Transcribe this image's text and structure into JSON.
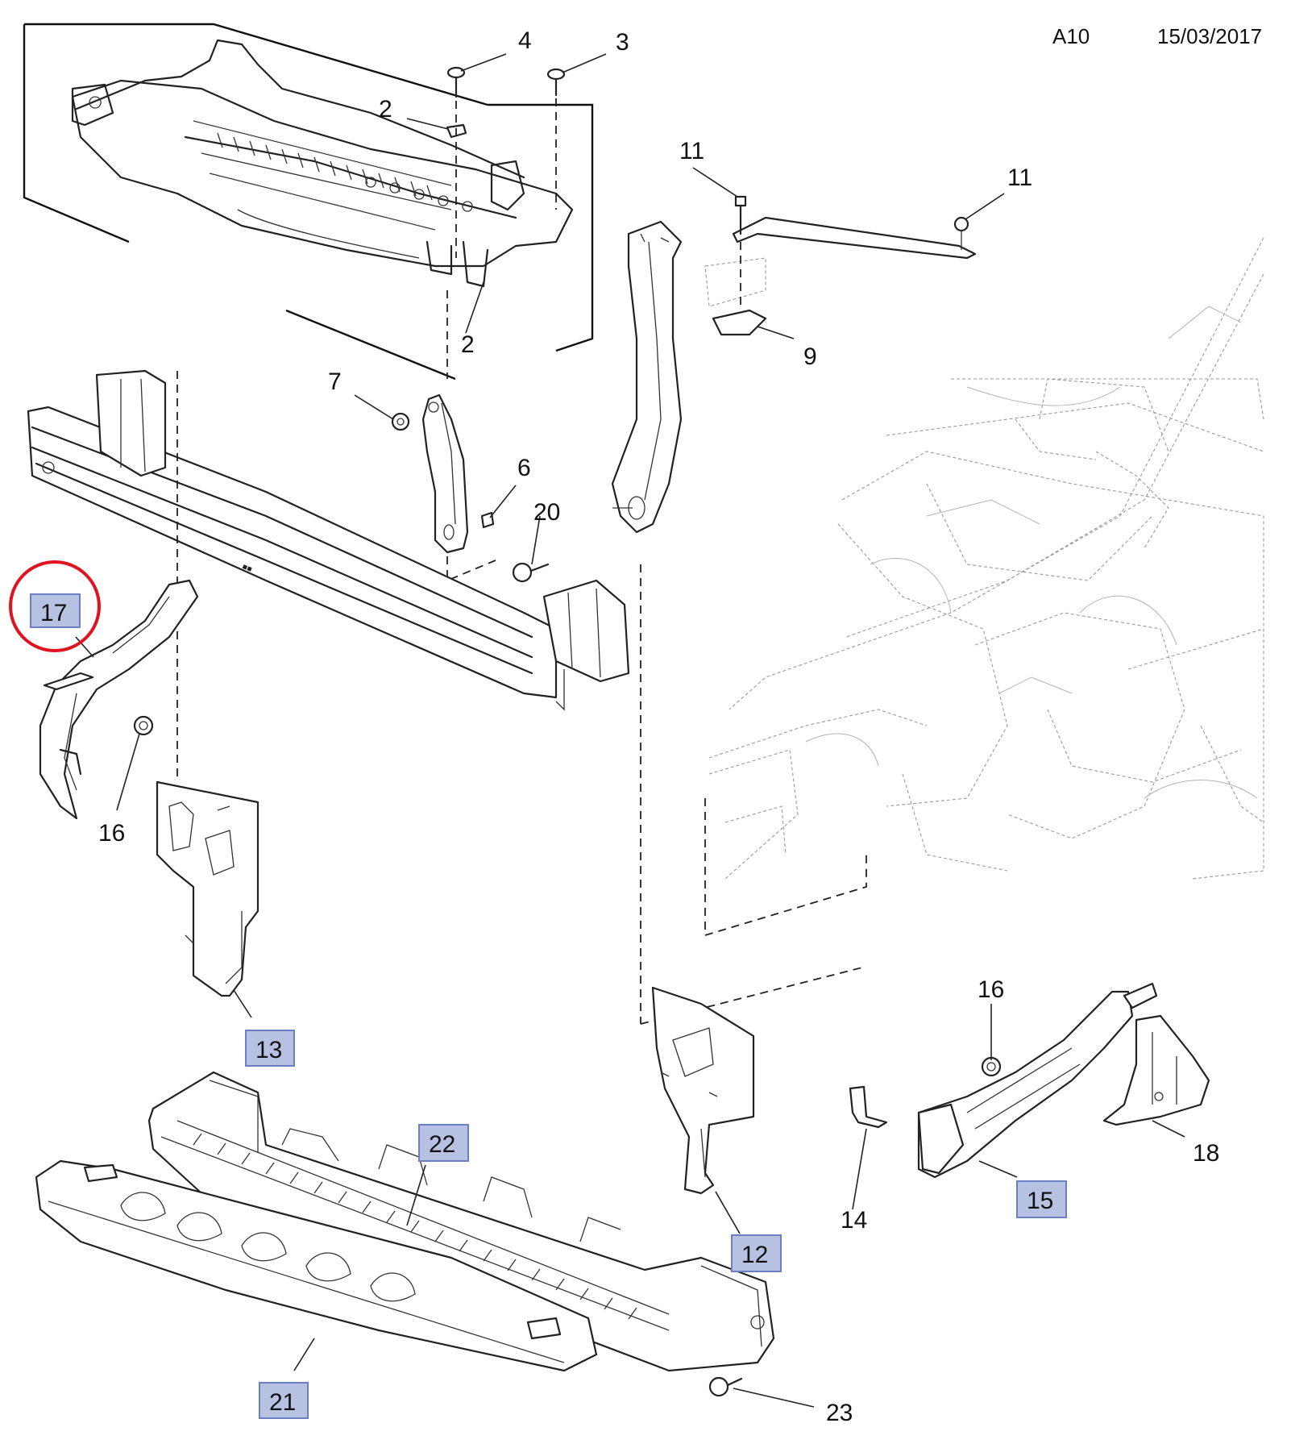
{
  "header": {
    "code": "A10",
    "date": "15/03/2017"
  },
  "highlight_color": "#b7c2e3",
  "circle_color": "#e0141e",
  "callouts": {
    "c2a": "2",
    "c2b": "2",
    "c3": "3",
    "c4": "4",
    "c6": "6",
    "c7": "7",
    "c9": "9",
    "c11a": "11",
    "c11b": "11",
    "c12": "12",
    "c13": "13",
    "c14": "14",
    "c15": "15",
    "c16a": "16",
    "c16b": "16",
    "c17": "17",
    "c18": "18",
    "c20": "20",
    "c21": "21",
    "c22": "22",
    "c23": "23"
  }
}
